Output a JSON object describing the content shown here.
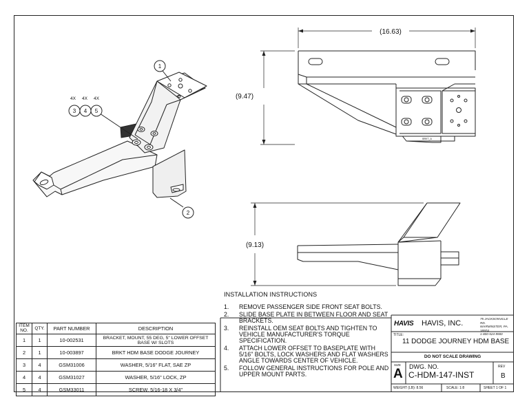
{
  "callouts": {
    "balloon_1": "1",
    "balloon_2": "2",
    "balloon_3": "3",
    "balloon_4": "4",
    "balloon_5": "5",
    "qty_3": "4X",
    "qty_4": "4X",
    "qty_5": "4X"
  },
  "dimensions": {
    "width": "(16.63)",
    "height_top": "(9.47)",
    "height_side": "(9.13)"
  },
  "part_mark": "BRKT_A",
  "bom": {
    "headers": {
      "item": "ITEM NO.",
      "qty": "QTY.",
      "part": "PART NUMBER",
      "desc": "DESCRIPTION"
    },
    "rows": [
      {
        "item": "1",
        "qty": "1",
        "part": "10-002531",
        "desc": "BRACKET, MOUNT, 55 DEG, 5\" LOWER OFFSET BASE W/ SLOTS"
      },
      {
        "item": "2",
        "qty": "1",
        "part": "10-003897",
        "desc": "BRKT HDM BASE DODGE JOURNEY"
      },
      {
        "item": "3",
        "qty": "4",
        "part": "GSM31006",
        "desc": "WASHER, 5/16\" FLAT, SAE ZP"
      },
      {
        "item": "4",
        "qty": "4",
        "part": "GSM31027",
        "desc": "WASHER, 5/16\" LOCK, ZP"
      },
      {
        "item": "5",
        "qty": "4",
        "part": "GSM33011",
        "desc": "SCREW, 5/16-18 X 3/4\""
      }
    ]
  },
  "instructions": {
    "heading": "INSTALLATION INSTRUCTIONS",
    "steps": [
      {
        "n": "1.",
        "text": "REMOVE PASSENGER SIDE FRONT SEAT BOLTS."
      },
      {
        "n": "2.",
        "text": "SLIDE BASE PLATE IN BETWEEN FLOOR AND SEAT BRACKETS."
      },
      {
        "n": "3.",
        "text": "REINSTALL OEM SEAT BOLTS AND TIGHTEN TO VEHICLE MANUFACTURER'S TORQUE SPECIFICATION."
      },
      {
        "n": "4.",
        "text": "ATTACH LOWER OFFSET TO BASEPLATE WITH 5/16\" BOLTS, LOCK WASHERS AND FLAT WASHERS ANGLE TOWARDS CENTER OF VEHICLE."
      },
      {
        "n": "5.",
        "text": "FOLLOW GENERAL INSTRUCTIONS FOR POLE AND UPPER MOUNT PARTS."
      }
    ]
  },
  "title_block": {
    "logo": "HAVIS",
    "company": "HAVIS, INC.",
    "address_1": "75 JACKSONVILLE RD.",
    "address_2": "WARMINSTER, PA. 18974",
    "phone": "1-800-524-9900",
    "title_label": "TITLE:",
    "title": "11 DODGE JOURNEY HDM BASE",
    "notice": "DO NOT SCALE DRAWING",
    "size_label": "SIZE",
    "size": "A",
    "dwg_label": "DWG. NO.",
    "dwg_no": "C-HDM-147-INST",
    "rev_label": "REV",
    "rev": "B",
    "weight": "WEIGHT (LB):  8.56",
    "scale": "SCALE: 1:8",
    "sheet": "SHEET 1 OF 1"
  }
}
